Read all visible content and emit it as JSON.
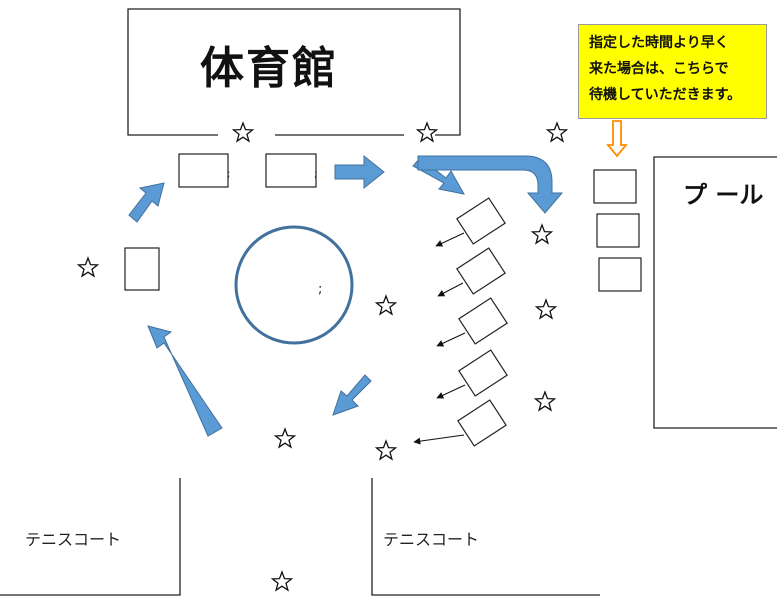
{
  "gym": {
    "label": "体育館"
  },
  "pool": {
    "label": "プ ール"
  },
  "courts": {
    "left_label": "テニスコート",
    "right_label": "テニスコート"
  },
  "notice": {
    "lines": [
      "指定した時間より早く",
      "来た場合は、こちらで",
      "待機していただきます。"
    ]
  },
  "colors": {
    "arrow_fill": "#5b9bd5",
    "arrow_stroke": "#41719c",
    "circle_stroke": "#41719c",
    "notice_bg": "#ffff00",
    "notice_arrow": "#ff8c00"
  },
  "icons": {
    "marker": "star-outline-icon",
    "flow": "block-arrow-icon",
    "pointer": "small-arrow-icon"
  }
}
